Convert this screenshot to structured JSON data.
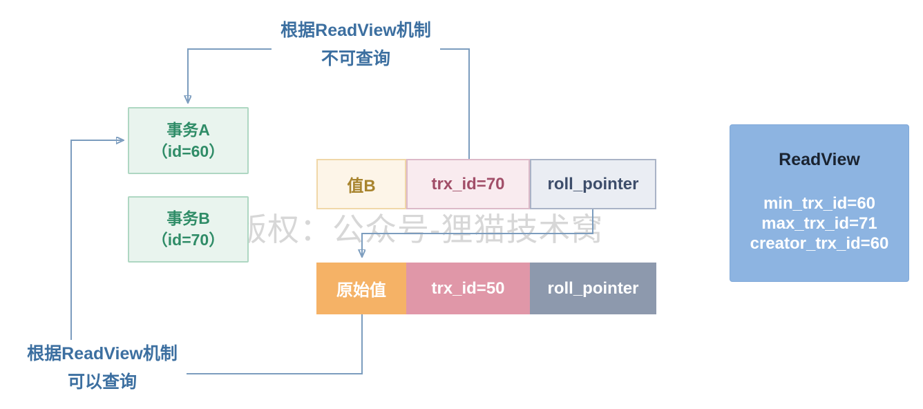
{
  "annotations": {
    "not_queryable": {
      "line1": "根据ReadView机制",
      "line2": "不可查询"
    },
    "queryable": {
      "line1": "根据ReadView机制",
      "line2": "可以查询"
    }
  },
  "transaction_boxes": [
    {
      "title": "事务A",
      "id": "（id=60）"
    },
    {
      "title": "事务B",
      "id": "（id=70）"
    }
  ],
  "version_chain": {
    "current_row": {
      "value": "值B",
      "trx_id": "trx_id=70",
      "roll_pointer": "roll_pointer"
    },
    "undo_row": {
      "value": "原始值",
      "trx_id": "trx_id=50",
      "roll_pointer": "roll_pointer"
    }
  },
  "readview_panel": {
    "title": "ReadView",
    "fields": [
      "min_trx_id=60",
      "max_trx_id=71",
      "creator_trx_id=60"
    ]
  },
  "watermark": "版权：公众号-狸猫技术窝",
  "colors": {
    "annotation_text": "#3c6fa0",
    "connector_line": "#7b9cbe",
    "arrowhead": "#2d5e93",
    "transaction_fill": "#e9f4ee",
    "transaction_border": "#aed7c2",
    "transaction_text": "#2f8c67",
    "value_b_fill": "#fdf5e8",
    "value_b_text": "#a8842e",
    "trx_id_70_fill": "#f9ebef",
    "trx_id_70_text": "#a14e68",
    "roll_pointer_top_fill": "#eaedf3",
    "roll_pointer_top_text": "#3d4d6a",
    "original_value_fill": "#f5b266",
    "trx_id_50_fill": "#e097a8",
    "roll_pointer_bottom_fill": "#8d99ad",
    "readview_fill": "#8db4e1",
    "readview_title_text": "#1a2330",
    "watermark_text": "#d7d7d7"
  }
}
